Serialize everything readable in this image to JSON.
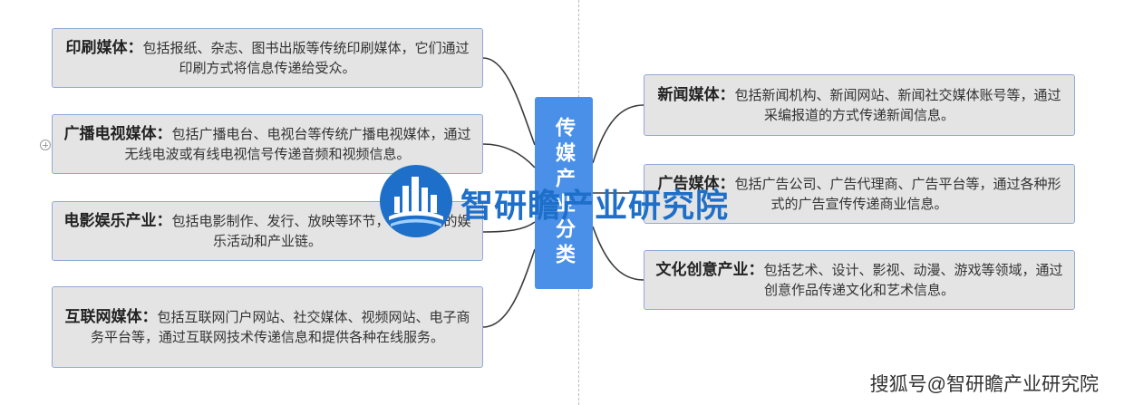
{
  "center": {
    "label": "传媒产业分类"
  },
  "colors": {
    "center_fill": "#4a90e8",
    "node_fill": "#e4e4e4",
    "node_border": "#8fa9d6",
    "connector": "#3a3a3a",
    "watermark": "#1d6fc9"
  },
  "left_nodes": [
    {
      "title": "印刷媒体",
      "desc": "包括报纸、杂志、图书出版等传统印刷媒体，它们通过印刷方式将信息传递给受众。"
    },
    {
      "title": "广播电视媒体",
      "desc": "包括广播电台、电视台等传统广播电视媒体，通过无线电波或有线电视信号传递音频和视频信息。"
    },
    {
      "title": "电影娱乐产业",
      "desc": "包括电影制作、发行、放映等环节，以及相关的娱乐活动和产业链。"
    },
    {
      "title": "互联网媒体",
      "desc": "包括互联网门户网站、社交媒体、视频网站、电子商务平台等，通过互联网技术传递信息和提供各种在线服务。"
    }
  ],
  "right_nodes": [
    {
      "title": "新闻媒体",
      "desc": "包括新闻机构、新闻网站、新闻社交媒体账号等，通过采编报道的方式传递新闻信息。"
    },
    {
      "title": "广告媒体",
      "desc": "包括广告公司、广告代理商、广告平台等，通过各种形式的广告宣传传递商业信息。"
    },
    {
      "title": "文化创意产业",
      "desc": "包括艺术、设计、影视、动漫、游戏等领域，通过创意作品传递文化和艺术信息。"
    }
  ],
  "punct": {
    "colon": "："
  },
  "watermark": {
    "text": "智研瞻产业研究院",
    "icon": "city-skyline-logo-icon"
  },
  "footer": {
    "text": "搜狐号@智研瞻产业研究院"
  }
}
